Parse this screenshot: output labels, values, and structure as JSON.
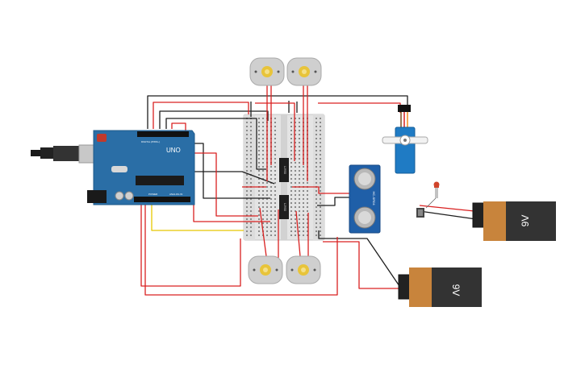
{
  "arduino": {
    "logo": "UNO",
    "digital_label": "DIGITAL (PWM~)",
    "power_label": "POWER",
    "analog_label": "ANALOG IN"
  },
  "ic_chips": [
    {
      "label": "L293D"
    },
    {
      "label": "L293D"
    }
  ],
  "ultrasonic_sensor": {
    "label": "HC-SR04"
  },
  "batteries": [
    {
      "label": "9V"
    },
    {
      "label": "9V"
    }
  ],
  "colors": {
    "wire_red": "#d92020",
    "wire_black": "#1e1e1e",
    "wire_yellow": "#e6c800",
    "arduino_blue": "#2a6ea6",
    "servo_blue": "#1f7bc4",
    "sensor_blue": "#1f5fa8",
    "battery_dark": "#333333",
    "battery_orange": "#c8843c",
    "breadboard": "#e6e6e6",
    "motor_gray": "#cfcfcf",
    "motor_hub": "#e8c43a"
  }
}
